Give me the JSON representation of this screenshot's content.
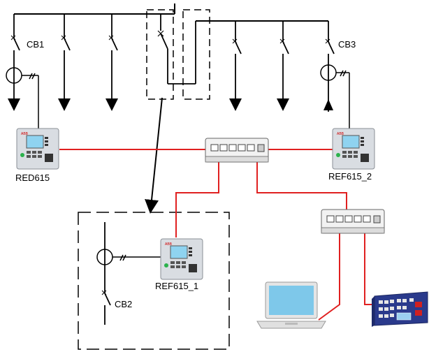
{
  "labels": {
    "cb1": "CB1",
    "cb2": "CB2",
    "cb3": "CB3",
    "red615": "RED615",
    "ref615_1": "REF615_1",
    "ref615_2": "REF615_2"
  },
  "colors": {
    "line": "#000000",
    "network": "#e02020",
    "relay_body": "#d9dde2",
    "relay_screen": "#8fd3f0",
    "switch_body": "#f2f2f2",
    "laptop_screen": "#7ec8ea",
    "test_set_body": "#2a3a8c"
  },
  "icons": {
    "relay": "protection-relay-icon",
    "switch": "ethernet-switch-icon",
    "laptop": "laptop-icon",
    "test_set": "relay-test-set-icon",
    "ct": "current-transformer-icon",
    "breaker": "circuit-breaker-icon"
  }
}
